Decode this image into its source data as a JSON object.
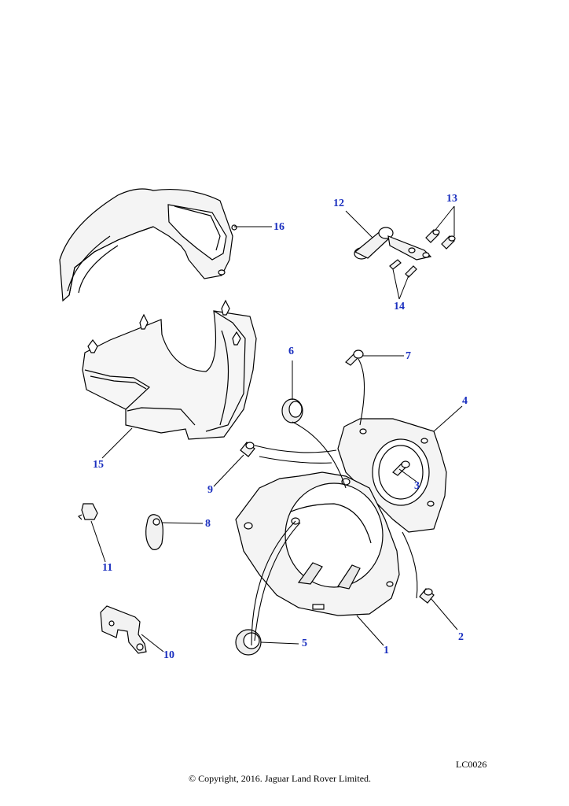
{
  "callouts": [
    {
      "id": "1",
      "label": "1"
    },
    {
      "id": "2",
      "label": "2"
    },
    {
      "id": "3",
      "label": "3"
    },
    {
      "id": "4",
      "label": "4"
    },
    {
      "id": "5",
      "label": "5"
    },
    {
      "id": "6",
      "label": "6"
    },
    {
      "id": "7",
      "label": "7"
    },
    {
      "id": "8",
      "label": "8"
    },
    {
      "id": "9",
      "label": "9"
    },
    {
      "id": "10",
      "label": "10"
    },
    {
      "id": "11",
      "label": "11"
    },
    {
      "id": "12",
      "label": "12"
    },
    {
      "id": "13",
      "label": "13"
    },
    {
      "id": "14",
      "label": "14"
    },
    {
      "id": "15",
      "label": "15"
    },
    {
      "id": "16",
      "label": "16"
    }
  ],
  "reference_code": "LC0026",
  "copyright": "© Copyright, 2016. Jaguar Land Rover Limited."
}
